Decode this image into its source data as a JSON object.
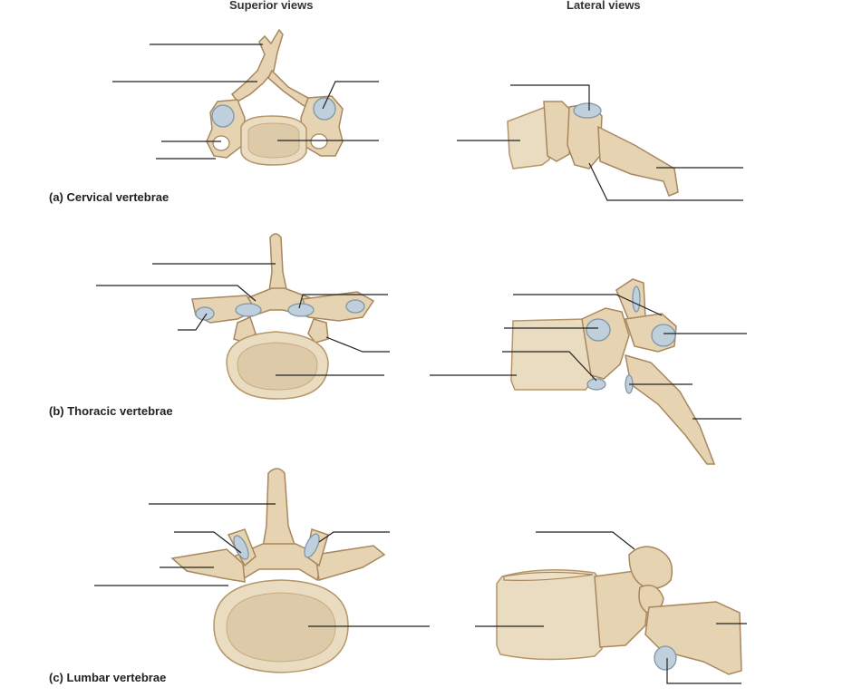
{
  "columns": {
    "superior": "Superior views",
    "lateral": "Lateral views"
  },
  "sections": {
    "cervical": "(a) Cervical vertebrae",
    "thoracic": "(b) Thoracic vertebrae",
    "lumbar": "(c) Lumbar vertebrae"
  },
  "colors": {
    "bone": "#e6d3b1",
    "bone_outline": "#a8875e",
    "articular_facet": "#bfd0dc",
    "leader_line": "#222222"
  }
}
